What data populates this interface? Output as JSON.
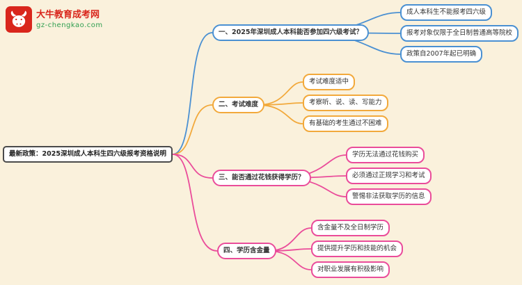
{
  "page": {
    "background": "#FAF1DC"
  },
  "logo": {
    "title": "大牛教育成考网",
    "subtitle": "gz-chengkao.com",
    "icon": "bull-logo-icon",
    "brand_red": "#D9261C",
    "brand_green": "#2E9E4F"
  },
  "root": {
    "label": "最新政策：2025深圳成人本科生四六级报考资格说明",
    "border_color": "#4A4A4A"
  },
  "branches": [
    {
      "label": "一、2025年深圳成人本科能否参加四六级考试？",
      "color": "#4A90D2",
      "children": [
        "成人本科生不能报考四六级",
        "报考对象仅限于全日制普通高等院校",
        "政策自2007年起已明确"
      ]
    },
    {
      "label": "二、考试难度",
      "color": "#F2A93B",
      "children": [
        "考试难度适中",
        "考察听、说、读、写能力",
        "有基础的考生通过不困难"
      ]
    },
    {
      "label": "三、能否通过花钱获得学历？",
      "color": "#EA4C9A",
      "children": [
        "学历无法通过花钱购买",
        "必须通过正规学习和考试",
        "警惕非法获取学历的信息"
      ]
    },
    {
      "label": "四、学历含金量",
      "color": "#EA4C9A",
      "children": [
        "含金量不及全日制学历",
        "提供提升学历和技能的机会",
        "对职业发展有积极影响"
      ]
    }
  ]
}
